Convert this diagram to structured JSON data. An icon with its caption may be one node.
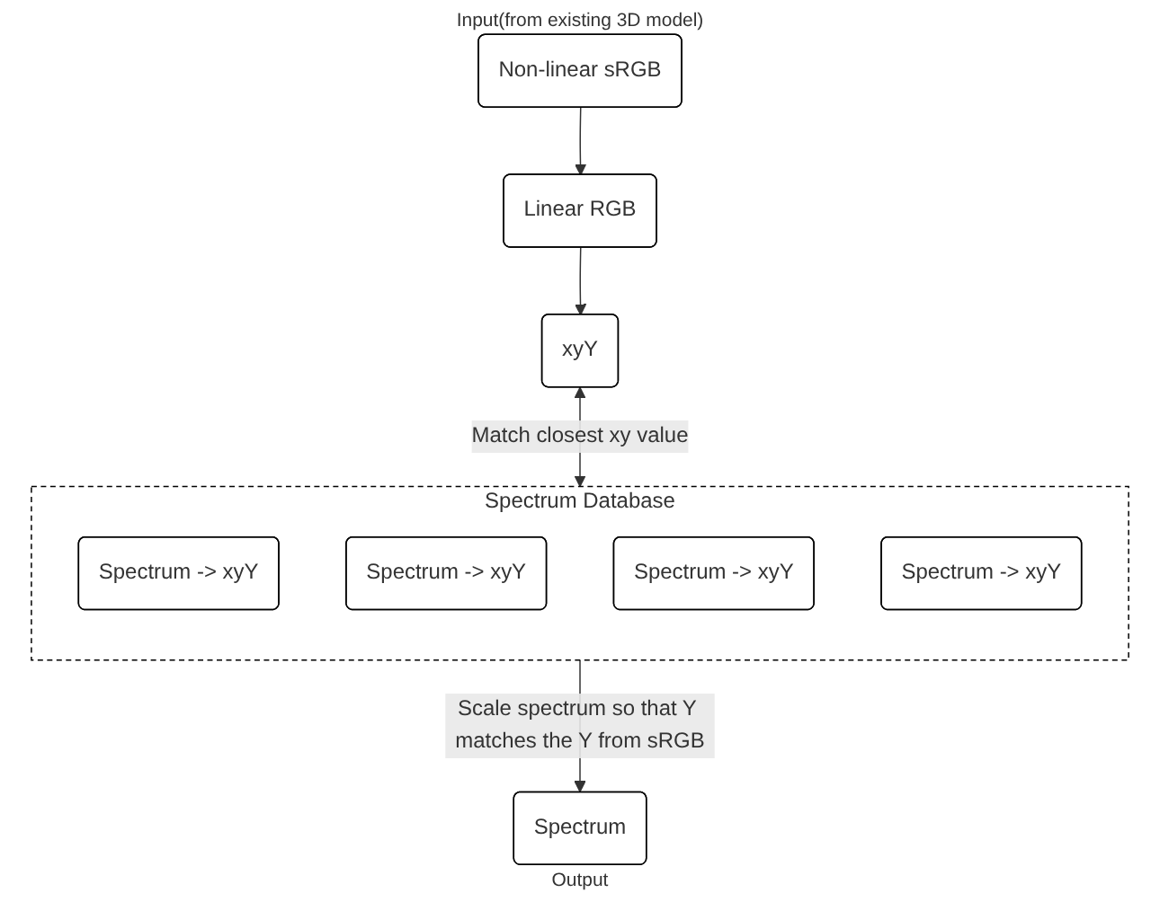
{
  "diagram": {
    "nodes": [
      {
        "text": [
          "Non-linear sRGB"
        ],
        "beside": [
          "Input(from existing 3D model)"
        ]
      },
      {
        "text": [
          "Linear RGB"
        ]
      },
      {
        "text": [
          "xyY"
        ]
      },
      {
        "text": [
          "Spectrum Database"
        ]
      },
      {
        "text": [
          "Spectrum -> xyY"
        ],
        "in": 3
      },
      {
        "text": [
          "Spectrum -> xyY"
        ],
        "in": 3
      },
      {
        "text": [
          "Spectrum -> xyY"
        ],
        "in": 3
      },
      {
        "text": [
          "Spectrum -> xyY"
        ],
        "in": 3
      },
      {
        "text": [
          "Spectrum"
        ],
        "beside": [
          "Output"
        ]
      }
    ],
    "edges": [
      {
        "from": 0,
        "to": 1,
        "arrow": "to"
      },
      {
        "from": 1,
        "to": 2,
        "arrow": "to"
      },
      {
        "from": 2,
        "to": 3,
        "arrow": "both",
        "label": "Match closest xy value"
      },
      {
        "from": 3,
        "to": 8,
        "arrow": "to",
        "label": "Scale spectrum so that Y matches the Y from sRGB"
      }
    ]
  }
}
